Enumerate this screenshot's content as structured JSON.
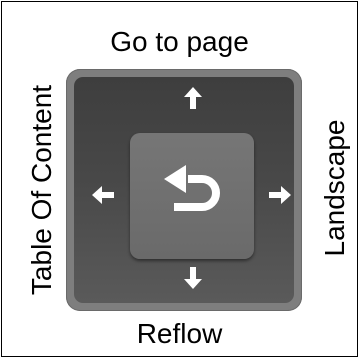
{
  "labels": {
    "top": "Go to page",
    "bottom": "Reflow",
    "left": "Table Of Content",
    "right": "Landscape"
  },
  "icons": {
    "center": "return-arrow-icon",
    "up": "arrow-up-icon",
    "down": "arrow-down-icon",
    "left": "arrow-left-icon",
    "right": "arrow-right-icon"
  },
  "colors": {
    "pad_outer": "#7e7e7e",
    "pad_inner": "#444444",
    "center_button": "#707070",
    "arrow": "#ffffff",
    "text": "#000000"
  }
}
